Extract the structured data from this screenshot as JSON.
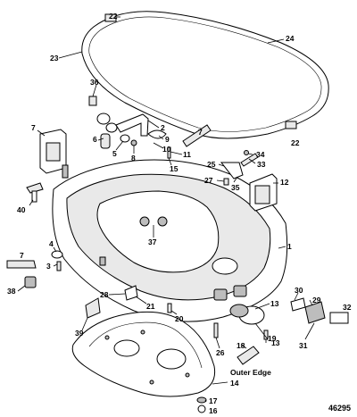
{
  "diagram": {
    "callouts": [
      "1",
      "2",
      "3",
      "4",
      "5",
      "6",
      "7",
      "8",
      "9",
      "10",
      "11",
      "12",
      "13",
      "14",
      "15",
      "16",
      "17",
      "18",
      "19",
      "20",
      "21",
      "22",
      "23",
      "24",
      "25",
      "26",
      "27",
      "28",
      "29",
      "30",
      "31",
      "32",
      "33",
      "34",
      "35",
      "36",
      "37",
      "38",
      "39",
      "40"
    ],
    "labels": {
      "c1": "1",
      "c2": "2",
      "c3": "3",
      "c4": "4",
      "c5": "5",
      "c6": "6",
      "c7a": "7",
      "c7b": "7",
      "c7c": "7",
      "c8": "8",
      "c9": "9",
      "c10": "10",
      "c11": "11",
      "c12": "12",
      "c13a": "13",
      "c13b": "13",
      "c14": "14",
      "c15": "15",
      "c16": "16",
      "c17": "17",
      "c18": "18",
      "c19": "19",
      "c20": "20",
      "c21": "21",
      "c22a": "22",
      "c22b": "22",
      "c23": "23",
      "c24": "24",
      "c25": "25",
      "c26": "26",
      "c27": "27",
      "c28": "28",
      "c29": "29",
      "c30": "30",
      "c31": "31",
      "c32": "32",
      "c33": "33",
      "c34": "34",
      "c35": "35",
      "c36": "36",
      "c37": "37",
      "c38": "38",
      "c39": "39",
      "c40": "40"
    },
    "note_outer_edge": "Outer Edge",
    "document_number": "46295"
  }
}
